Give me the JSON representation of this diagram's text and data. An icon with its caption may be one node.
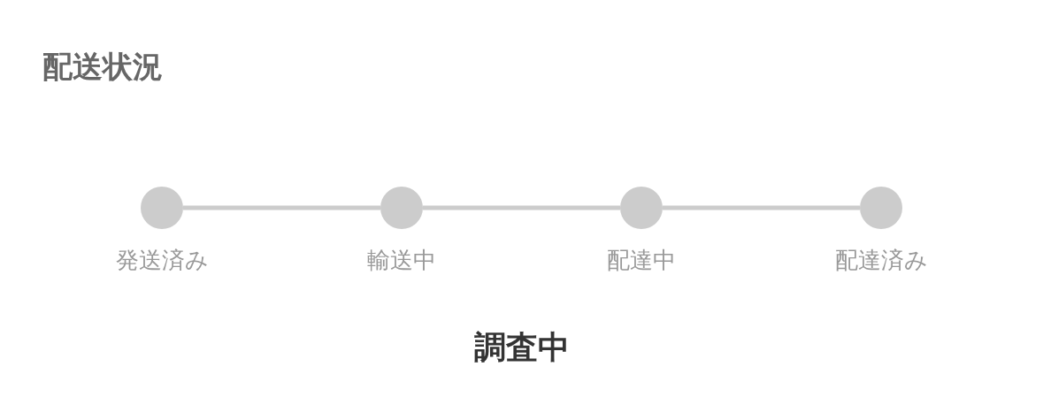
{
  "diagram": {
    "title": "配送状況",
    "nodes": [
      {
        "text": [],
        "shape": "circle",
        "beside": [
          "発送済み"
        ]
      },
      {
        "text": [],
        "shape": "circle",
        "beside": [
          "輸送中"
        ]
      },
      {
        "text": [],
        "shape": "circle",
        "beside": [
          "配達中"
        ]
      },
      {
        "text": [],
        "shape": "circle",
        "beside": [
          "配達済み"
        ]
      }
    ],
    "edges": [
      {
        "from": 0,
        "to": 1,
        "arrow": "none"
      },
      {
        "from": 1,
        "to": 2,
        "arrow": "none"
      },
      {
        "from": 2,
        "to": 3,
        "arrow": "none"
      }
    ],
    "labels": [
      "調査中"
    ]
  }
}
